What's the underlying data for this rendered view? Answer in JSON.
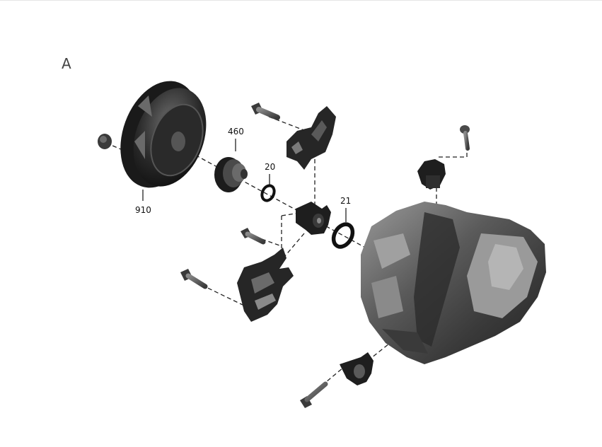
{
  "diagram": {
    "view_label": "A",
    "type": "exploded-view-parts-diagram",
    "callouts": [
      {
        "id": "910",
        "label": "910",
        "part": "clutch-pressure-plate"
      },
      {
        "id": "460",
        "label": "460",
        "part": "release-bearing"
      },
      {
        "id": "20",
        "label": "20",
        "part": "o-ring-small"
      },
      {
        "id": "21",
        "label": "21",
        "part": "seal-ring"
      }
    ],
    "colors": {
      "part_dark": "#1e1e1e",
      "part_mid": "#4a4a4a",
      "part_light": "#8c8c8c",
      "leader_line": "#222222",
      "background": "#ffffff"
    }
  }
}
